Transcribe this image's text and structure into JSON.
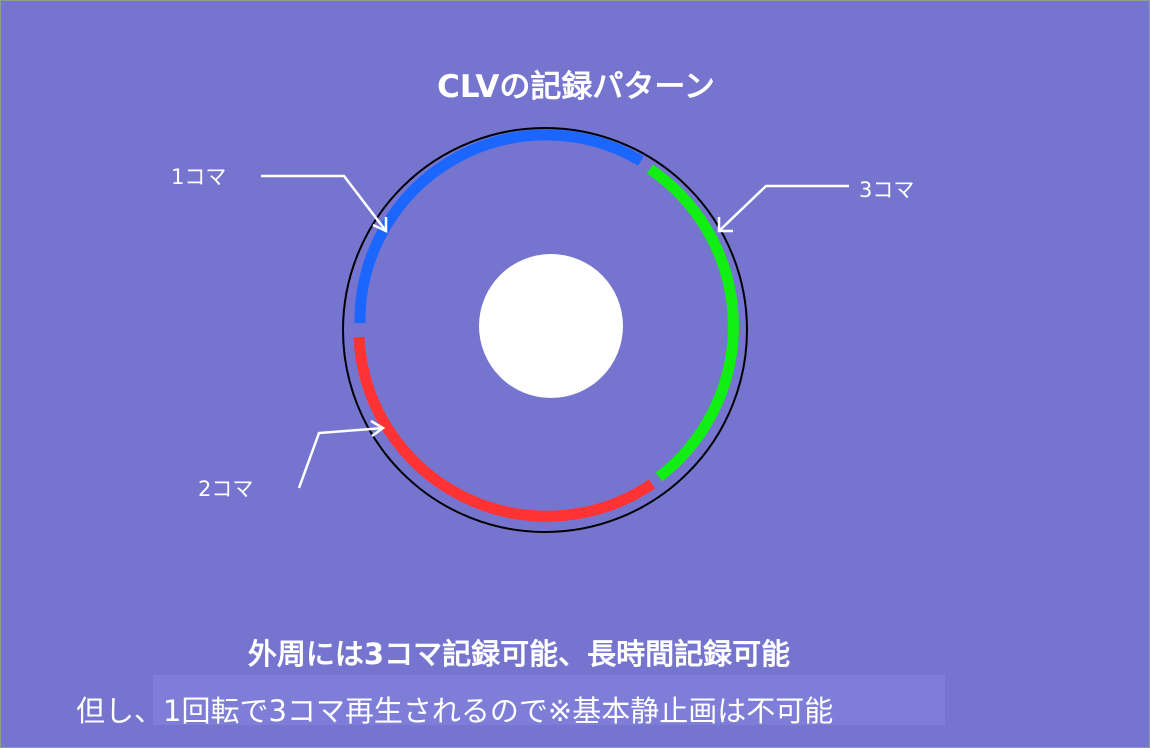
{
  "title": "CLVの記録パターン",
  "segments": [
    {
      "label": "1コマ",
      "color": "#1a66ff"
    },
    {
      "label": "2コマ",
      "color": "#ff3333"
    },
    {
      "label": "3コマ",
      "color": "#11ee11"
    }
  ],
  "captions": {
    "line1": "外周には3コマ記録可能、長時間記録可能",
    "line2": "但し、1回転で3コマ再生されるので※基本静止画は不可能"
  },
  "colors": {
    "background": "#7575d0",
    "text": "#ffffff",
    "disc_outline": "#000000",
    "center_hole": "#ffffff"
  }
}
